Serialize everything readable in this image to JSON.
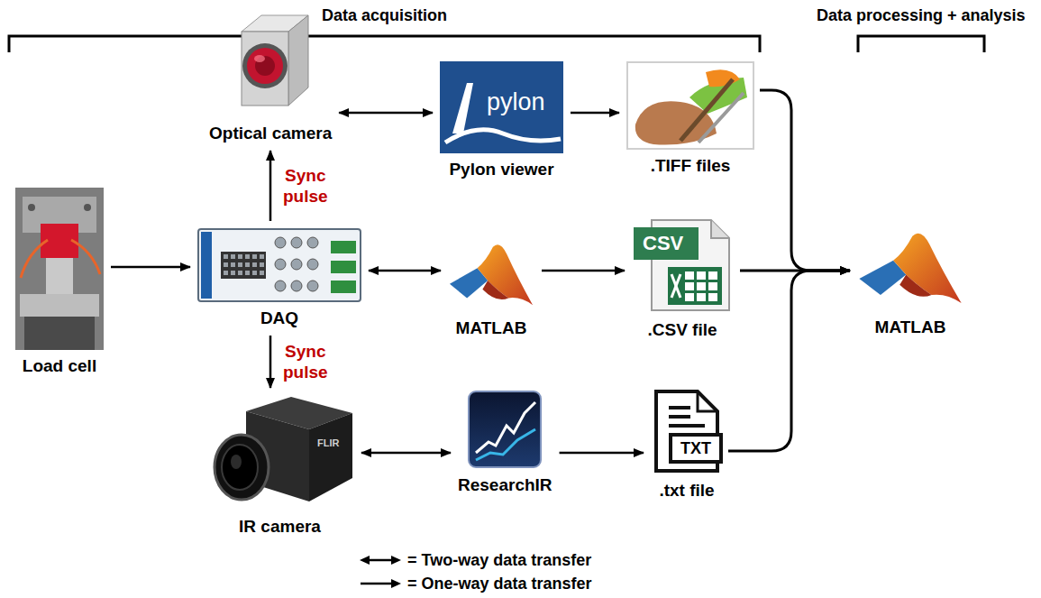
{
  "diagram": {
    "nodes": [
      {
        "text": [
          "Optical camera"
        ]
      },
      {
        "text": [
          "pylon",
          "Pylon viewer"
        ]
      },
      {
        "text": [
          ".TIFF files"
        ]
      },
      {
        "text": [
          "Load cell"
        ]
      },
      {
        "text": [
          "DAQ"
        ]
      },
      {
        "text": [
          "MATLAB"
        ]
      },
      {
        "text": [
          "CSV",
          ".CSV file"
        ]
      },
      {
        "text": [
          "MATLAB"
        ]
      },
      {
        "text": [
          "IR camera"
        ]
      },
      {
        "text": [
          "ResearchIR"
        ]
      },
      {
        "text": [
          "TXT",
          ".txt file"
        ]
      }
    ],
    "edges": [
      {
        "from": 0,
        "to": 1,
        "arrow": "both"
      },
      {
        "from": 1,
        "to": 2,
        "arrow": "to"
      },
      {
        "from": 3,
        "to": 4,
        "arrow": "to"
      },
      {
        "from": 4,
        "to": 0,
        "label": "Sync pulse",
        "arrow": "to"
      },
      {
        "from": 4,
        "to": 5,
        "arrow": "both"
      },
      {
        "from": 5,
        "to": 6,
        "arrow": "to"
      },
      {
        "from": 4,
        "to": 8,
        "label": "Sync pulse",
        "arrow": "to"
      },
      {
        "from": 8,
        "to": 9,
        "arrow": "both"
      },
      {
        "from": 9,
        "to": 10,
        "arrow": "to"
      },
      {
        "from": 2,
        "to": 7,
        "arrow": "to"
      },
      {
        "from": 6,
        "to": 7,
        "arrow": "to"
      },
      {
        "from": 10,
        "to": 7,
        "arrow": "to"
      }
    ],
    "labels": [
      "Data acquisition",
      "Data processing + analysis",
      "FLIR"
    ],
    "legend": [
      {
        "text": "= Two-way data transfer"
      },
      {
        "text": "= One-way data transfer"
      }
    ]
  }
}
